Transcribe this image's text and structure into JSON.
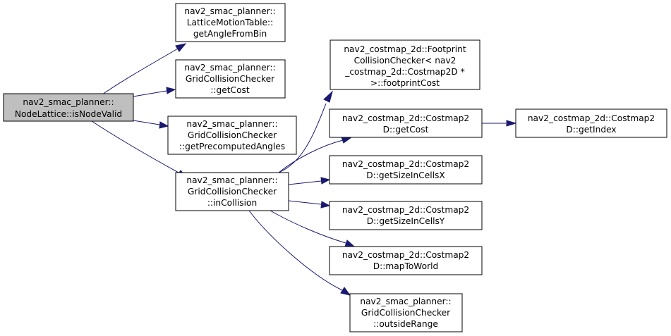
{
  "graph": {
    "nodes": {
      "root": {
        "lines": [
          "nav2_smac_planner::",
          "NodeLattice::isNodeValid"
        ]
      },
      "getAngleFromBin": {
        "lines": [
          "nav2_smac_planner::",
          "LatticeMotionTable::",
          "getAngleFromBin"
        ]
      },
      "gccGetCost": {
        "lines": [
          "nav2_smac_planner::",
          "GridCollisionChecker",
          "::getCost"
        ]
      },
      "getPrecomputedAngles": {
        "lines": [
          "nav2_smac_planner::",
          "GridCollisionChecker",
          "::getPrecomputedAngles"
        ]
      },
      "inCollision": {
        "lines": [
          "nav2_smac_planner::",
          "GridCollisionChecker",
          "::inCollision"
        ]
      },
      "footprintCost": {
        "lines": [
          "nav2_costmap_2d::Footprint",
          "CollisionChecker< nav2",
          "_costmap_2d::Costmap2D *",
          ">::footprintCost"
        ]
      },
      "cmGetCost": {
        "lines": [
          "nav2_costmap_2d::Costmap2",
          "D::getCost"
        ]
      },
      "getIndex": {
        "lines": [
          "nav2_costmap_2d::Costmap2",
          "D::getIndex"
        ]
      },
      "getSizeInCellsX": {
        "lines": [
          "nav2_costmap_2d::Costmap2",
          "D::getSizeInCellsX"
        ]
      },
      "getSizeInCellsY": {
        "lines": [
          "nav2_costmap_2d::Costmap2",
          "D::getSizeInCellsY"
        ]
      },
      "mapToWorld": {
        "lines": [
          "nav2_costmap_2d::Costmap2",
          "D::mapToWorld"
        ]
      },
      "outsideRange": {
        "lines": [
          "nav2_smac_planner::",
          "GridCollisionChecker",
          "::outsideRange"
        ]
      }
    },
    "edges": [
      [
        "root",
        "getAngleFromBin"
      ],
      [
        "root",
        "gccGetCost"
      ],
      [
        "root",
        "getPrecomputedAngles"
      ],
      [
        "root",
        "inCollision"
      ],
      [
        "inCollision",
        "footprintCost"
      ],
      [
        "inCollision",
        "cmGetCost"
      ],
      [
        "inCollision",
        "getSizeInCellsX"
      ],
      [
        "inCollision",
        "getSizeInCellsY"
      ],
      [
        "inCollision",
        "mapToWorld"
      ],
      [
        "inCollision",
        "outsideRange"
      ],
      [
        "cmGetCost",
        "getIndex"
      ]
    ],
    "colors": {
      "edge": "#191970",
      "root_fill": "#bfbfbf",
      "node_fill": "#ffffff",
      "node_border": "#000000"
    }
  }
}
